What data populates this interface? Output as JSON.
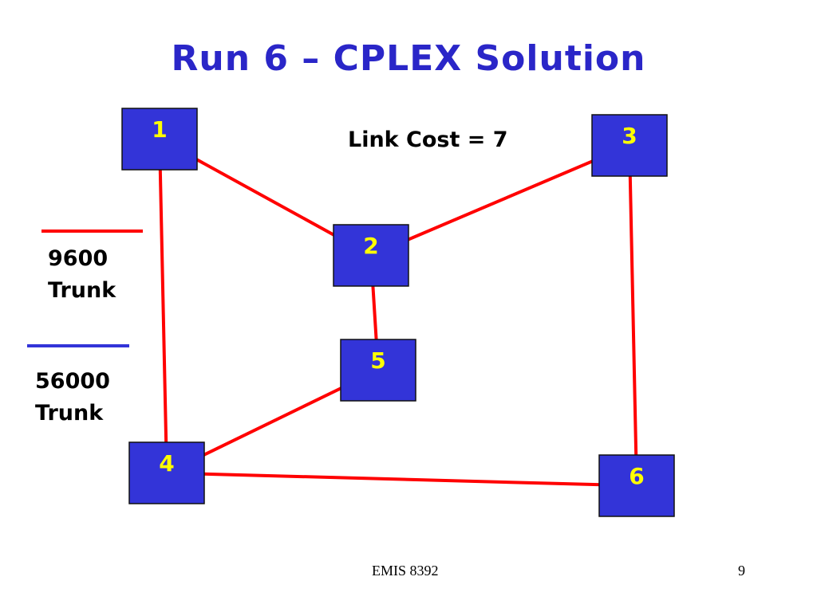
{
  "title": "Run 6 – CPLEX Solution",
  "cost_label": "Link Cost = 7",
  "colors": {
    "trunk_9600": "#ff0000",
    "trunk_56000": "#3334d8",
    "node_fill": "#3334d8",
    "node_text": "#ffff00",
    "title": "#2a26c8"
  },
  "legend": [
    {
      "line1": "9600",
      "line2": "Trunk",
      "color": "#ff0000"
    },
    {
      "line1": "56000",
      "line2": "Trunk",
      "color": "#3334d8"
    }
  ],
  "nodes": [
    {
      "id": "1",
      "label": "1"
    },
    {
      "id": "2",
      "label": "2"
    },
    {
      "id": "3",
      "label": "3"
    },
    {
      "id": "4",
      "label": "4"
    },
    {
      "id": "5",
      "label": "5"
    },
    {
      "id": "6",
      "label": "6"
    }
  ],
  "links": [
    {
      "from": "1",
      "to": "2",
      "trunk": "9600"
    },
    {
      "from": "2",
      "to": "3",
      "trunk": "9600"
    },
    {
      "from": "2",
      "to": "5",
      "trunk": "9600"
    },
    {
      "from": "1",
      "to": "4",
      "trunk": "9600"
    },
    {
      "from": "5",
      "to": "4",
      "trunk": "9600"
    },
    {
      "from": "4",
      "to": "6",
      "trunk": "9600"
    },
    {
      "from": "3",
      "to": "6",
      "trunk": "9600"
    }
  ],
  "footer": {
    "course": "EMIS 8392",
    "page": "9"
  }
}
